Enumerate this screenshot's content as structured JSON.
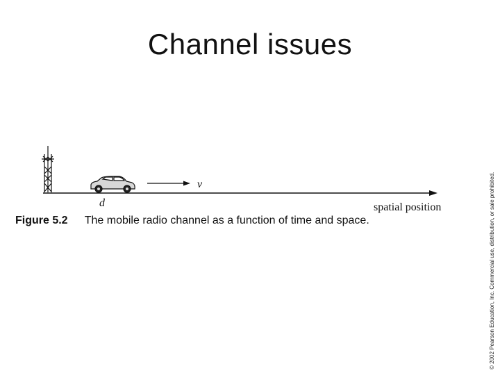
{
  "slide": {
    "title": "Channel issues"
  },
  "figure": {
    "labels": {
      "distance": "d",
      "velocity": "v",
      "axis": "spatial position"
    },
    "caption": {
      "number": "Figure 5.2",
      "text": "The mobile radio channel as a function of time and space."
    },
    "icons": {
      "tower": "radio-tower-icon",
      "car": "car-icon"
    }
  },
  "copyright": "© 2002 Pearson Education, Inc. Commercial use, distribution, or sale prohibited."
}
